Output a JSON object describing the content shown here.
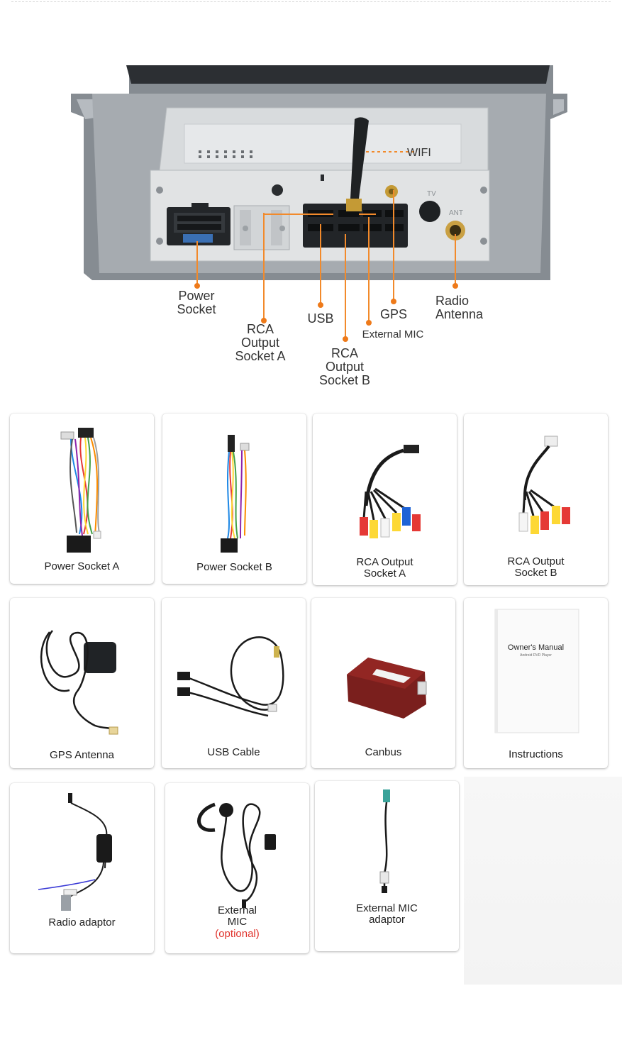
{
  "diagram": {
    "labels": {
      "wifi": "WIFI",
      "power_socket": "Power\nSocket",
      "rca_a": "RCA\nOutput\nSocket A",
      "usb": "USB",
      "rca_b": "RCA\nOutput\nSocket B",
      "gps": "GPS",
      "external_mic": "External MIC",
      "radio_antenna": "Radio\nAntenna"
    },
    "panel_marks": {
      "tv": "TV",
      "ant": "ANT"
    },
    "colors": {
      "callout_line": "#f28a2b",
      "callout_dot": "#ee7a1a",
      "chassis": "#9aa0a6",
      "panel": "#e3e5e6"
    }
  },
  "accessories": [
    {
      "label": "Power Socket A",
      "icon": "wiring-harness-icon"
    },
    {
      "label": "Power Socket B",
      "icon": "wiring-harness-icon"
    },
    {
      "label": "RCA Output\nSocket A",
      "icon": "rca-cable-icon"
    },
    {
      "label": "RCA Output\nSocket B",
      "icon": "rca-cable-icon"
    },
    {
      "label": "GPS Antenna",
      "icon": "gps-antenna-icon"
    },
    {
      "label": "USB Cable",
      "icon": "usb-cable-icon"
    },
    {
      "label": "Canbus",
      "icon": "canbus-box-icon"
    },
    {
      "label": "Instructions",
      "icon": "manual-icon",
      "manual_title": "Owner's Manual",
      "manual_subtitle": "Android DVD Player"
    },
    {
      "label": "Radio adaptor",
      "icon": "radio-adaptor-icon"
    },
    {
      "label": "External\nMIC",
      "note": "(optional)",
      "icon": "microphone-icon"
    },
    {
      "label": "External MIC\nadaptor",
      "icon": "mic-adaptor-icon"
    }
  ],
  "colors": {
    "optional_note": "#e0342d",
    "card_text": "#222222"
  }
}
